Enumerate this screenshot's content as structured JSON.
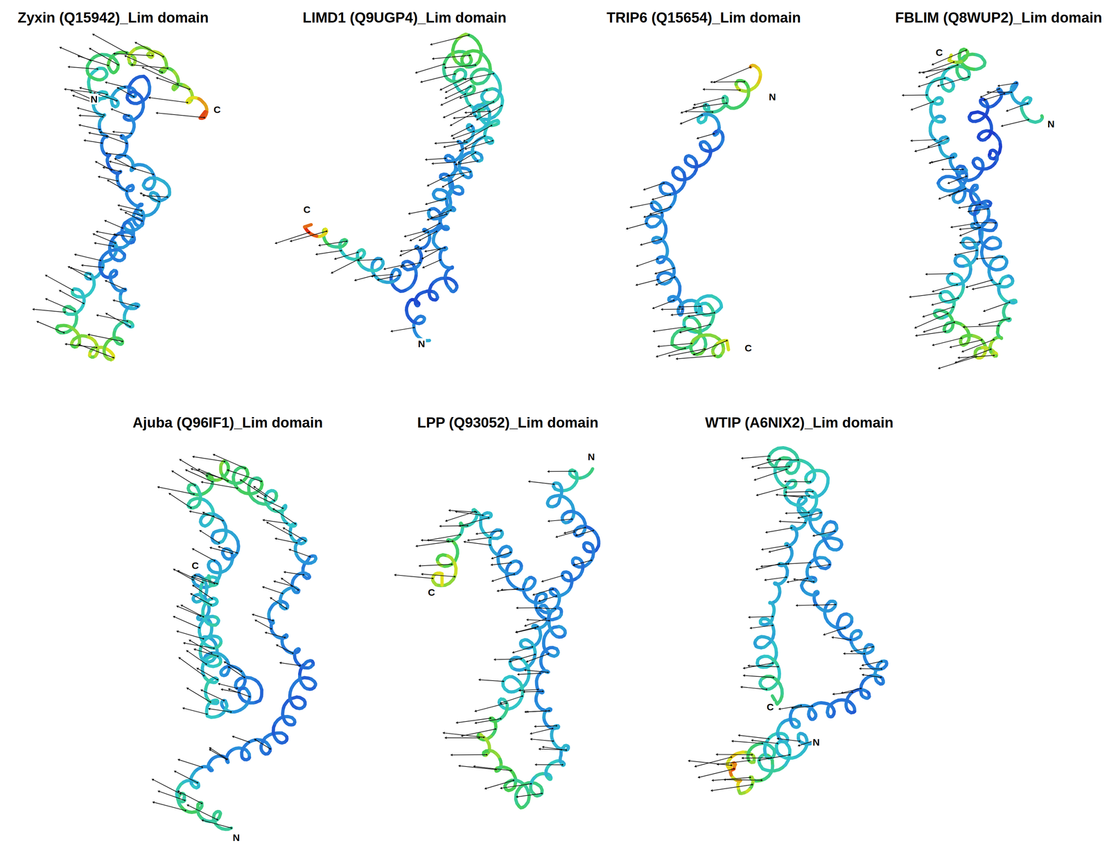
{
  "diagram": {
    "labels": [
      "Zyxin (Q15942)_Lim domain",
      "N",
      "C",
      "LIMD1 (Q9UGP4)_Lim domain",
      "C",
      "N",
      "TRIP6 (Q15654)_Lim domain",
      "N",
      "C",
      "FBLIM (Q8WUP2)_Lim domain",
      "C",
      "N",
      "Ajuba (Q96IF1)_Lim domain",
      "C",
      "N",
      "LPP (Q93052)_Lim domain",
      "N",
      "C",
      "WTIP (A6NIX2)_Lim domain",
      "C",
      "N"
    ]
  }
}
